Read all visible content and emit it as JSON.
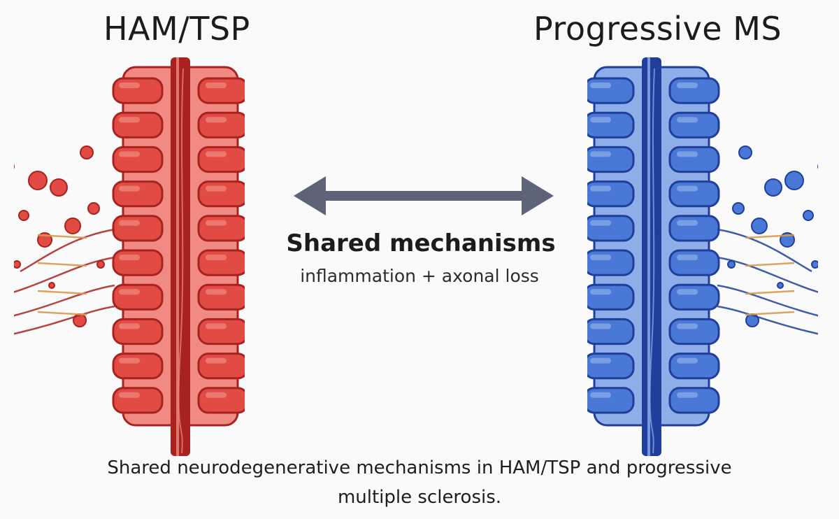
{
  "diagram": {
    "left_panel": {
      "title": "HAM/TSP",
      "color_main": "#e14b44",
      "color_light": "#f08a82",
      "color_dark": "#a8231f",
      "icon": "spinal-cord-red"
    },
    "right_panel": {
      "title": "Progressive MS",
      "color_main": "#4a78d6",
      "color_light": "#8eaeea",
      "color_dark": "#1f3f9a",
      "icon": "spinal-cord-blue"
    },
    "center": {
      "heading": "Shared mechanisms",
      "subheading": "inflammation + axonal loss",
      "arrow_color": "#5d6478",
      "icon": "double-arrow"
    },
    "caption": {
      "line1": "Shared neurodegenerative mechanisms in HAM/TSP and progressive",
      "line2": "multiple sclerosis."
    }
  }
}
